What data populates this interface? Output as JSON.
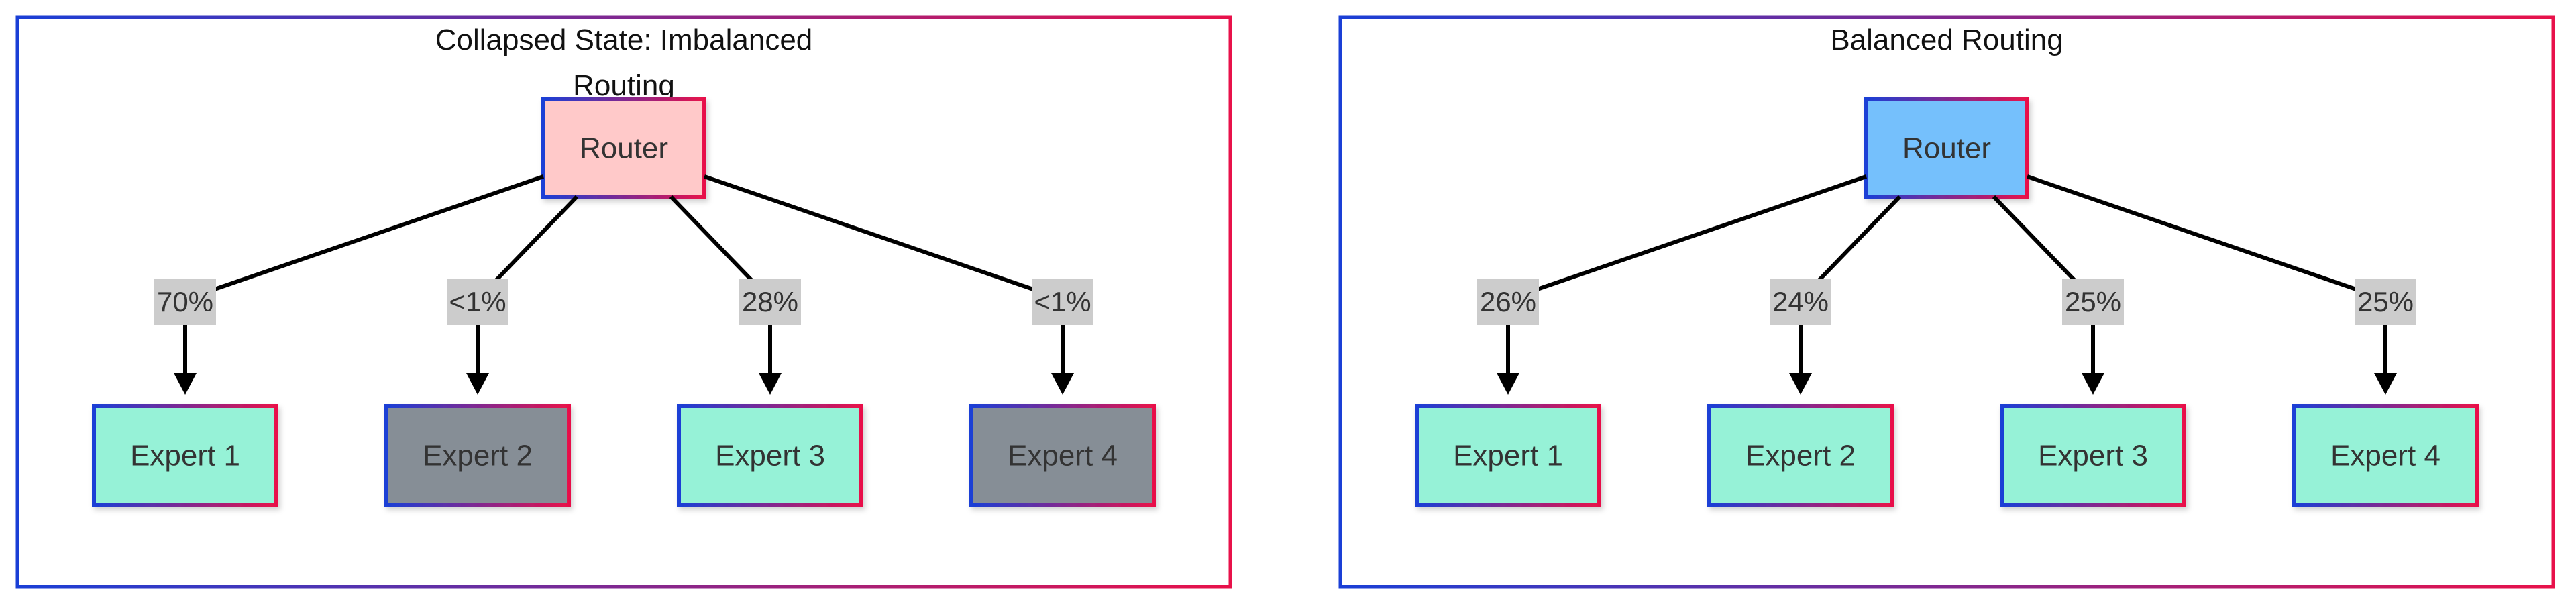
{
  "colors": {
    "border_gradient_start": "#1a3fd6",
    "border_gradient_end": "#e8114a",
    "router_collapsed_fill": "#ffc9c9",
    "router_balanced_fill": "#74c0fc",
    "expert_active_fill": "#96f2d7",
    "expert_idle_fill": "#868e96",
    "edge_label_bg": "#cccccc",
    "edge_color": "#000000",
    "text_color": "#333333"
  },
  "panels": [
    {
      "title_lines": [
        "Collapsed State: Imbalanced",
        "Routing"
      ],
      "router": {
        "label": "Router",
        "fill_key": "router_collapsed_fill"
      },
      "experts": [
        {
          "label": "Expert 1",
          "share": "70%",
          "state": "active"
        },
        {
          "label": "Expert 2",
          "share": "<1%",
          "state": "idle"
        },
        {
          "label": "Expert 3",
          "share": "28%",
          "state": "active"
        },
        {
          "label": "Expert 4",
          "share": "<1%",
          "state": "idle"
        }
      ]
    },
    {
      "title_lines": [
        "Balanced Routing"
      ],
      "router": {
        "label": "Router",
        "fill_key": "router_balanced_fill"
      },
      "experts": [
        {
          "label": "Expert 1",
          "share": "26%",
          "state": "active"
        },
        {
          "label": "Expert 2",
          "share": "24%",
          "state": "active"
        },
        {
          "label": "Expert 3",
          "share": "25%",
          "state": "active"
        },
        {
          "label": "Expert 4",
          "share": "25%",
          "state": "active"
        }
      ]
    }
  ]
}
